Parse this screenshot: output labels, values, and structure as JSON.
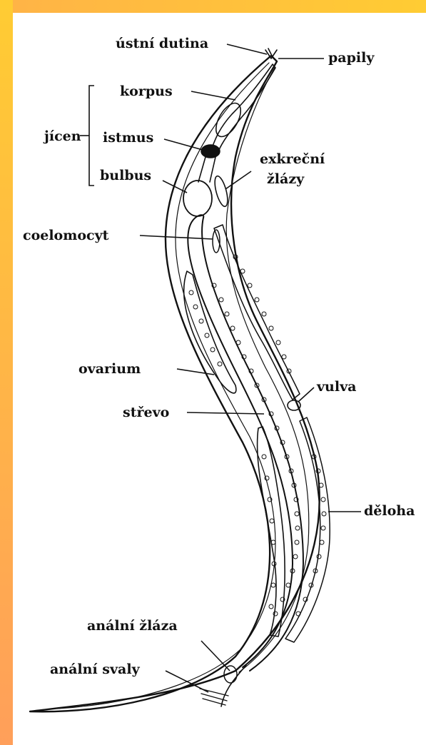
{
  "colors": {
    "frame": "#ffcc33",
    "frame_accent": "#ff9f5a",
    "ink": "#111111",
    "background": "#ffffff"
  },
  "labels": {
    "ustni_dutina": "ústní dutina",
    "papily": "papily",
    "korpus": "korpus",
    "jicen": "jícen",
    "istmus": "istmus",
    "bulbus": "bulbus",
    "exkrecni": "exkreční",
    "zlazy": "žlázy",
    "coelomocyt": "coelomocyt",
    "ovarium": "ovarium",
    "vulva": "vulva",
    "strevo": "střevo",
    "deloha": "děloha",
    "analni_zlaza": "anální žláza",
    "analni_svaly": "anální svaly"
  }
}
